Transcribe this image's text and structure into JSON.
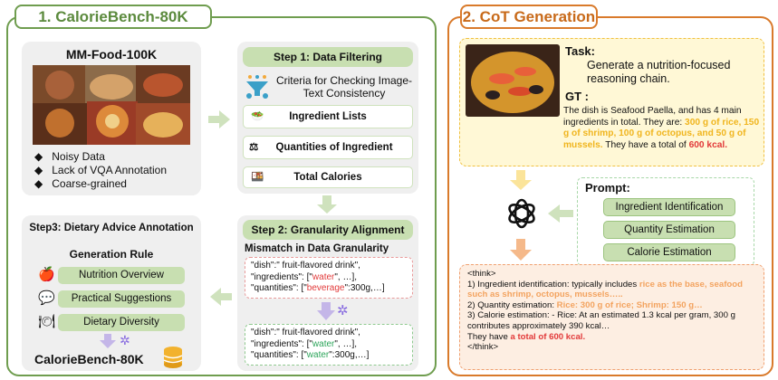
{
  "section1": {
    "title": "1. CalorieBench-80K"
  },
  "section2": {
    "title": "2. CoT Generation"
  },
  "mmfood": {
    "title": "MM-Food-100K",
    "bullets": [
      "Noisy Data",
      "Lack of VQA Annotation",
      "Coarse-grained"
    ]
  },
  "step1": {
    "title": "Step 1: Data Filtering",
    "criteria": "Criteria for Checking Image-Text Consistency",
    "items": [
      "Ingredient Lists",
      "Quantities of Ingredient",
      "Total Calories"
    ]
  },
  "step2": {
    "title": "Step 2: Granularity Alignment",
    "mismatch": "Mismatch in Data Granularity",
    "before": {
      "l1": "\"dish\":\" fruit-flavored drink\",",
      "l2a": "\"ingredients\": [\"",
      "l2b": "water",
      "l2c": "\", …],",
      "l3a": "\"quantities\": [\"",
      "l3b": "beverage",
      "l3c": "\":300g,…]"
    },
    "after": {
      "l1": "\"dish\":\" fruit-flavored drink\",",
      "l2a": "\"ingredients\": [\"",
      "l2b": "water",
      "l2c": "\", …],",
      "l3a": "\"quantities\": [\"",
      "l3b": "water",
      "l3c": "\":300g,…]"
    }
  },
  "step3": {
    "title": "Step3: Dietary Advice Annotation",
    "rule": "Generation Rule",
    "items": [
      "Nutrition Overview",
      "Practical Suggestions",
      "Dietary Diversity"
    ],
    "bench": "CalorieBench-80K"
  },
  "task": {
    "label": "Task:",
    "text": "Generate a nutrition-focused reasoning chain.",
    "gt": "GT :",
    "gt1": "The dish is Seafood Paella, and has 4 main ingredients in total. They are: ",
    "gt2": "300 g of rice, 150 g of shrimp, 100 g of octopus, and 50 g of mussels.",
    "gt3": " They have a total of ",
    "gt4": "600 kcal."
  },
  "prompt": {
    "label": "Prompt:",
    "items": [
      "Ingredient Identification",
      "Quantity Estimation",
      "Calorie Estimation"
    ]
  },
  "think": {
    "open": "<think>",
    "l1a": "1) Ingredient identification: typically includes ",
    "l1b": "rice as the base, seafood such as shrimp, octopus, mussels…..",
    "l2a": "2) Quantity estimation: ",
    "l2b": "Rice: 300 g of rice; Shrimp: 150 g…",
    "l3": "3) Calorie estimation: - Rice: At an estimated 1.3 kcal per gram, 300 g contributes approximately 390 kcal…",
    "l4a": "They have ",
    "l4b": "a total of 600 kcal.",
    "close": "</think>"
  },
  "colors": {
    "green": "#6f9d4f",
    "orange": "#d97a2b",
    "red": "#e23a3a",
    "highlight": "#f3a35f"
  }
}
